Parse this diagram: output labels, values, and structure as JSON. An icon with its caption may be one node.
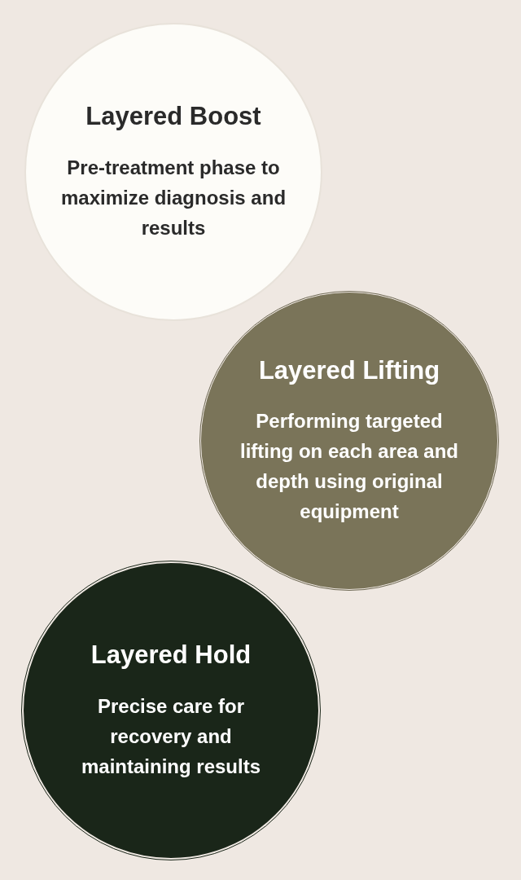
{
  "diagram": {
    "nodes": [
      {
        "text": [
          "Layered Boost",
          "Pre-treatment phase to maximize diagnosis and results"
        ]
      },
      {
        "text": [
          "Layered Lifting",
          "Performing targeted lifting on each area and depth using original equipment"
        ]
      },
      {
        "text": [
          "Layered Hold",
          "Precise care for recovery and maintaining results"
        ]
      }
    ]
  }
}
